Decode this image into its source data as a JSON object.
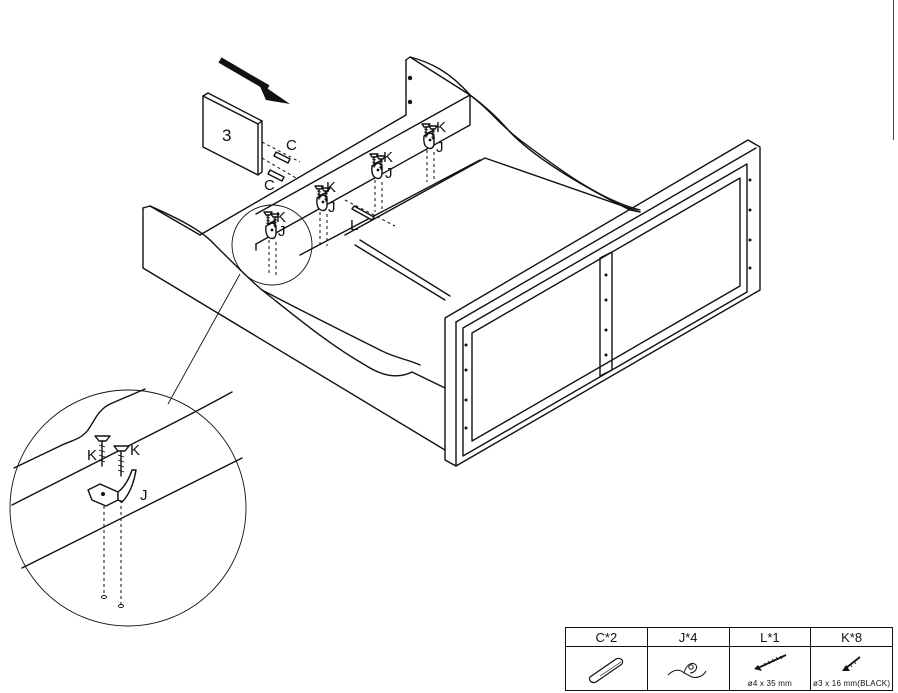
{
  "panel_number": "3",
  "labels": {
    "dowel_top": "C",
    "dowel_bottom": "C",
    "screw_long": "L",
    "screw_k": "K",
    "bracket_j": "J"
  },
  "detail_labels": {
    "screw_left": "K",
    "screw_right": "K",
    "bracket": "J"
  },
  "parts_table": [
    {
      "code": "C*2",
      "icon": "dowel-icon",
      "spec": ""
    },
    {
      "code": "J*4",
      "icon": "bracket-icon",
      "spec": ""
    },
    {
      "code": "L*1",
      "icon": "screw-long-icon",
      "spec": "ø4 x 35 mm"
    },
    {
      "code": "K*8",
      "icon": "screw-short-icon",
      "spec": "ø3 x 16 mm(BLACK)"
    }
  ]
}
